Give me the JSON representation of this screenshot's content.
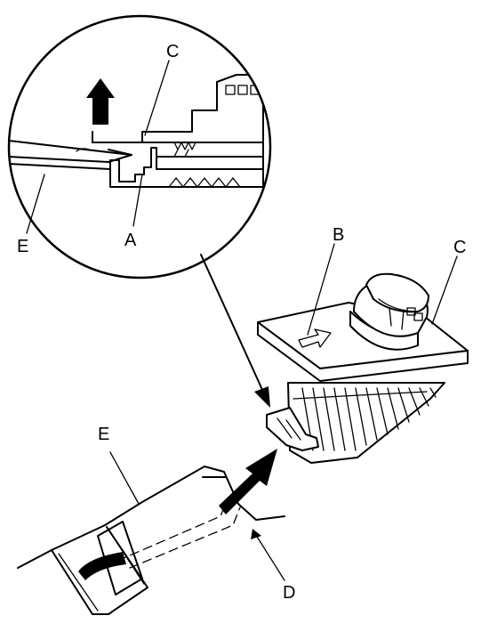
{
  "callouts": {
    "detail_c": "C",
    "detail_e": "E",
    "detail_a": "A",
    "part_b": "B",
    "part_c": "C",
    "part_e": "E",
    "part_d": "D"
  }
}
